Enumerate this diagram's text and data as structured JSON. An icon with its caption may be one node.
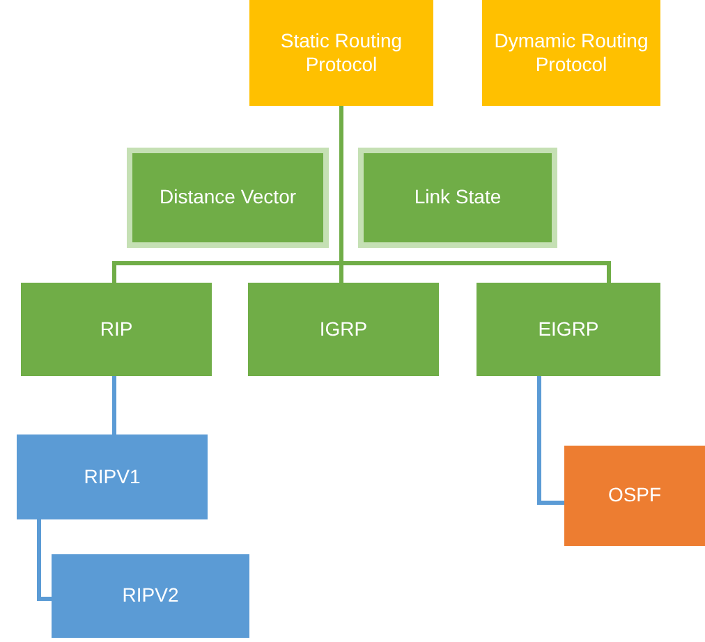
{
  "diagram": {
    "nodes": [
      {
        "text": [
          "Static Routing Protocol"
        ]
      },
      {
        "text": [
          "Dymamic Routing Protocol"
        ]
      },
      {
        "text": [
          "Distance Vector"
        ]
      },
      {
        "text": [
          "Link State"
        ]
      },
      {
        "text": [
          "RIP"
        ]
      },
      {
        "text": [
          "IGRP"
        ]
      },
      {
        "text": [
          "EIGRP"
        ]
      },
      {
        "text": [
          "RIPV1"
        ]
      },
      {
        "text": [
          "OSPF"
        ]
      },
      {
        "text": [
          "RIPV2"
        ]
      }
    ],
    "edges": [
      {
        "from": 0,
        "to": 4,
        "arrow": "none",
        "color": "#70ad47"
      },
      {
        "from": 0,
        "to": 5,
        "arrow": "none",
        "color": "#70ad47"
      },
      {
        "from": 0,
        "to": 6,
        "arrow": "none",
        "color": "#70ad47"
      },
      {
        "from": 4,
        "to": 7,
        "arrow": "none",
        "color": "#5b9bd5"
      },
      {
        "from": 7,
        "to": 9,
        "arrow": "none",
        "color": "#5b9bd5"
      },
      {
        "from": 6,
        "to": 8,
        "arrow": "none",
        "color": "#5b9bd5"
      }
    ]
  }
}
